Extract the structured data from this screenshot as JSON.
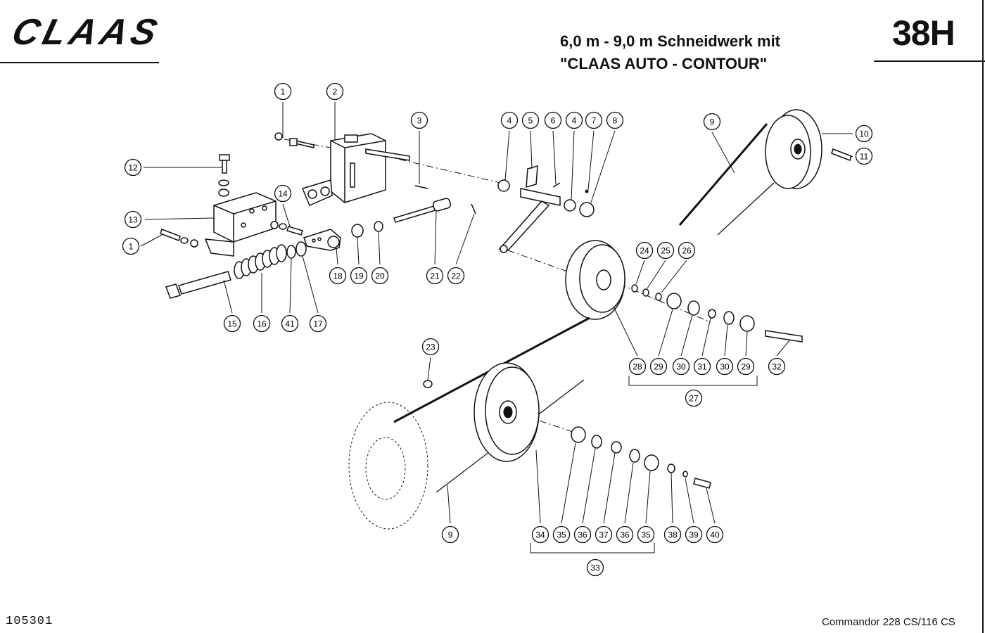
{
  "header": {
    "brand": "CLAAS",
    "title_line1": "6,0 m - 9,0 m Schneidwerk mit",
    "title_line2": "\"CLAAS AUTO - CONTOUR\"",
    "page_code": "38H"
  },
  "footer": {
    "doc_number": "105301",
    "model": "Commandor  228 CS/116 CS"
  },
  "callouts": [
    {
      "id": "c1a",
      "n": "1"
    },
    {
      "id": "c2",
      "n": "2"
    },
    {
      "id": "c3",
      "n": "3"
    },
    {
      "id": "c4a",
      "n": "4"
    },
    {
      "id": "c5",
      "n": "5"
    },
    {
      "id": "c6",
      "n": "6"
    },
    {
      "id": "c4b",
      "n": "4"
    },
    {
      "id": "c7",
      "n": "7"
    },
    {
      "id": "c8",
      "n": "8"
    },
    {
      "id": "c9a",
      "n": "9"
    },
    {
      "id": "c10",
      "n": "10"
    },
    {
      "id": "c11",
      "n": "11"
    },
    {
      "id": "c12",
      "n": "12"
    },
    {
      "id": "c13",
      "n": "13"
    },
    {
      "id": "c14",
      "n": "14"
    },
    {
      "id": "c1b",
      "n": "1"
    },
    {
      "id": "c15",
      "n": "15"
    },
    {
      "id": "c16",
      "n": "16"
    },
    {
      "id": "c41",
      "n": "41"
    },
    {
      "id": "c17",
      "n": "17"
    },
    {
      "id": "c18",
      "n": "18"
    },
    {
      "id": "c19",
      "n": "19"
    },
    {
      "id": "c20",
      "n": "20"
    },
    {
      "id": "c21",
      "n": "21"
    },
    {
      "id": "c22",
      "n": "22"
    },
    {
      "id": "c24",
      "n": "24"
    },
    {
      "id": "c25",
      "n": "25"
    },
    {
      "id": "c26",
      "n": "26"
    },
    {
      "id": "c28",
      "n": "28"
    },
    {
      "id": "c29a",
      "n": "29"
    },
    {
      "id": "c30a",
      "n": "30"
    },
    {
      "id": "c31",
      "n": "31"
    },
    {
      "id": "c30b",
      "n": "30"
    },
    {
      "id": "c29b",
      "n": "29"
    },
    {
      "id": "c32",
      "n": "32"
    },
    {
      "id": "c27",
      "n": "27"
    },
    {
      "id": "c23",
      "n": "23"
    },
    {
      "id": "c9b",
      "n": "9"
    },
    {
      "id": "c34",
      "n": "34"
    },
    {
      "id": "c35a",
      "n": "35"
    },
    {
      "id": "c36a",
      "n": "36"
    },
    {
      "id": "c37",
      "n": "37"
    },
    {
      "id": "c36b",
      "n": "36"
    },
    {
      "id": "c35b",
      "n": "35"
    },
    {
      "id": "c38",
      "n": "38"
    },
    {
      "id": "c39",
      "n": "39"
    },
    {
      "id": "c40",
      "n": "40"
    },
    {
      "id": "c33",
      "n": "33"
    }
  ]
}
